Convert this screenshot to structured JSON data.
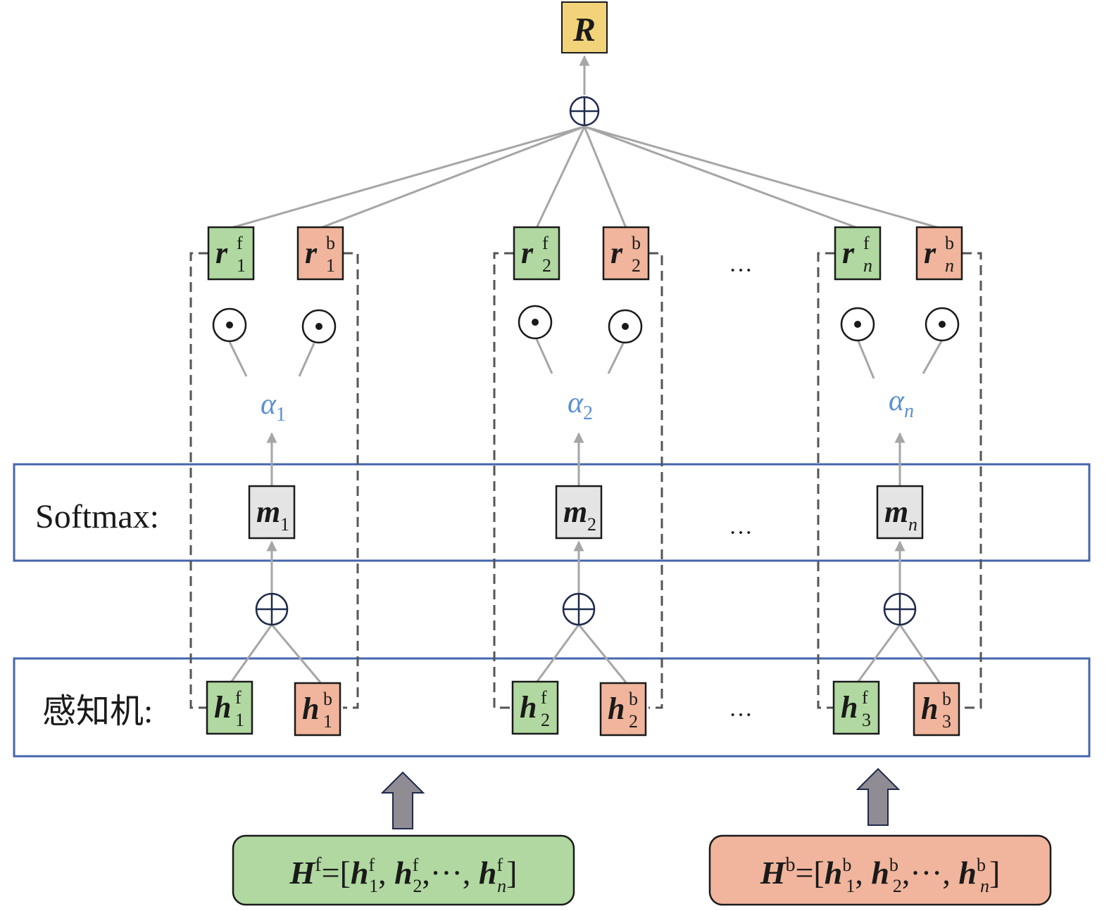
{
  "colors": {
    "forward": "#b0d8a0",
    "backward": "#f0b59c",
    "result": "#f2d37a",
    "memory": "#e4e4e4",
    "layer_border": "#4566ad",
    "connector": "#a6a6a6",
    "alpha": "#5b8fd6",
    "operator": "#1f2a4d",
    "dash": "#555555",
    "upArrow": "#908c93"
  },
  "output": {
    "label": "R"
  },
  "labels": {
    "softmax": "Softmax:",
    "perceptron": "感知机:"
  },
  "ellipsis": "···",
  "columns": [
    {
      "r_sub": "1",
      "alpha_sub": "1",
      "m_sub": "1",
      "h_sub": "1"
    },
    {
      "r_sub": "2",
      "alpha_sub": "2",
      "m_sub": "2",
      "h_sub": "2"
    },
    {
      "r_sub": "n",
      "alpha_sub": "n",
      "m_sub": "n",
      "h_sub": "3"
    }
  ],
  "symbols": {
    "r": "r",
    "h": "h",
    "m": "m",
    "alpha": "α",
    "forward_sup": "f",
    "backward_sup": "b",
    "oplus": "⊕",
    "odot": "⊙"
  },
  "inputs": {
    "forward": {
      "H": "H",
      "sup": "f",
      "eq": "=[",
      "elem_subs": [
        "1",
        "2",
        "n"
      ],
      "sep": ", ",
      "dots": "···, ",
      "close": "]"
    },
    "backward": {
      "H": "H",
      "sup": "b",
      "eq": "=[",
      "elem_subs": [
        "1",
        "2",
        "n"
      ],
      "sep": ", ",
      "dots": "···, ",
      "close": "]"
    }
  }
}
